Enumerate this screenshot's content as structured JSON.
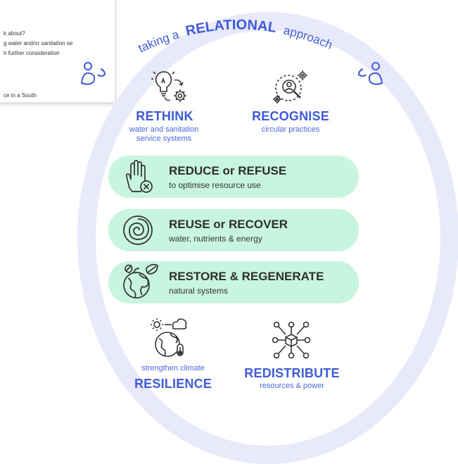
{
  "background_doc": {
    "lines": [
      "k about?",
      "g water and/or sanitation se",
      "h further consideration",
      "ce in a South"
    ]
  },
  "arc_title": {
    "pre": "taking a",
    "highlight": "RELATIONAL",
    "post": "approach"
  },
  "top": {
    "rethink": {
      "title": "RETHINK",
      "subtitle_line1": "water and sanitation",
      "subtitle_line2": "service systems"
    },
    "recognise": {
      "title": "RECOGNISE",
      "subtitle": "circular practices"
    }
  },
  "pills": [
    {
      "title": "REDUCE or REFUSE",
      "subtitle": "to optimise resource use",
      "icon": "hand-x-icon"
    },
    {
      "title": "REUSE or RECOVER",
      "subtitle": "water, nutrients & energy",
      "icon": "spiral-icon"
    },
    {
      "title": "RESTORE & REGENERATE",
      "subtitle": "natural systems",
      "icon": "globe-leaf-icon"
    }
  ],
  "bottom": {
    "resilience": {
      "subtitle": "strengthen climate",
      "title": "RESILIENCE"
    },
    "redistribute": {
      "title": "REDISTRIBUTE",
      "subtitle": "resources & power"
    }
  },
  "colors": {
    "ring": "#e8e9fb",
    "blue_text": "#3f5bd8",
    "pill_fill": "#c8f5df",
    "icon_stroke": "#333333"
  }
}
